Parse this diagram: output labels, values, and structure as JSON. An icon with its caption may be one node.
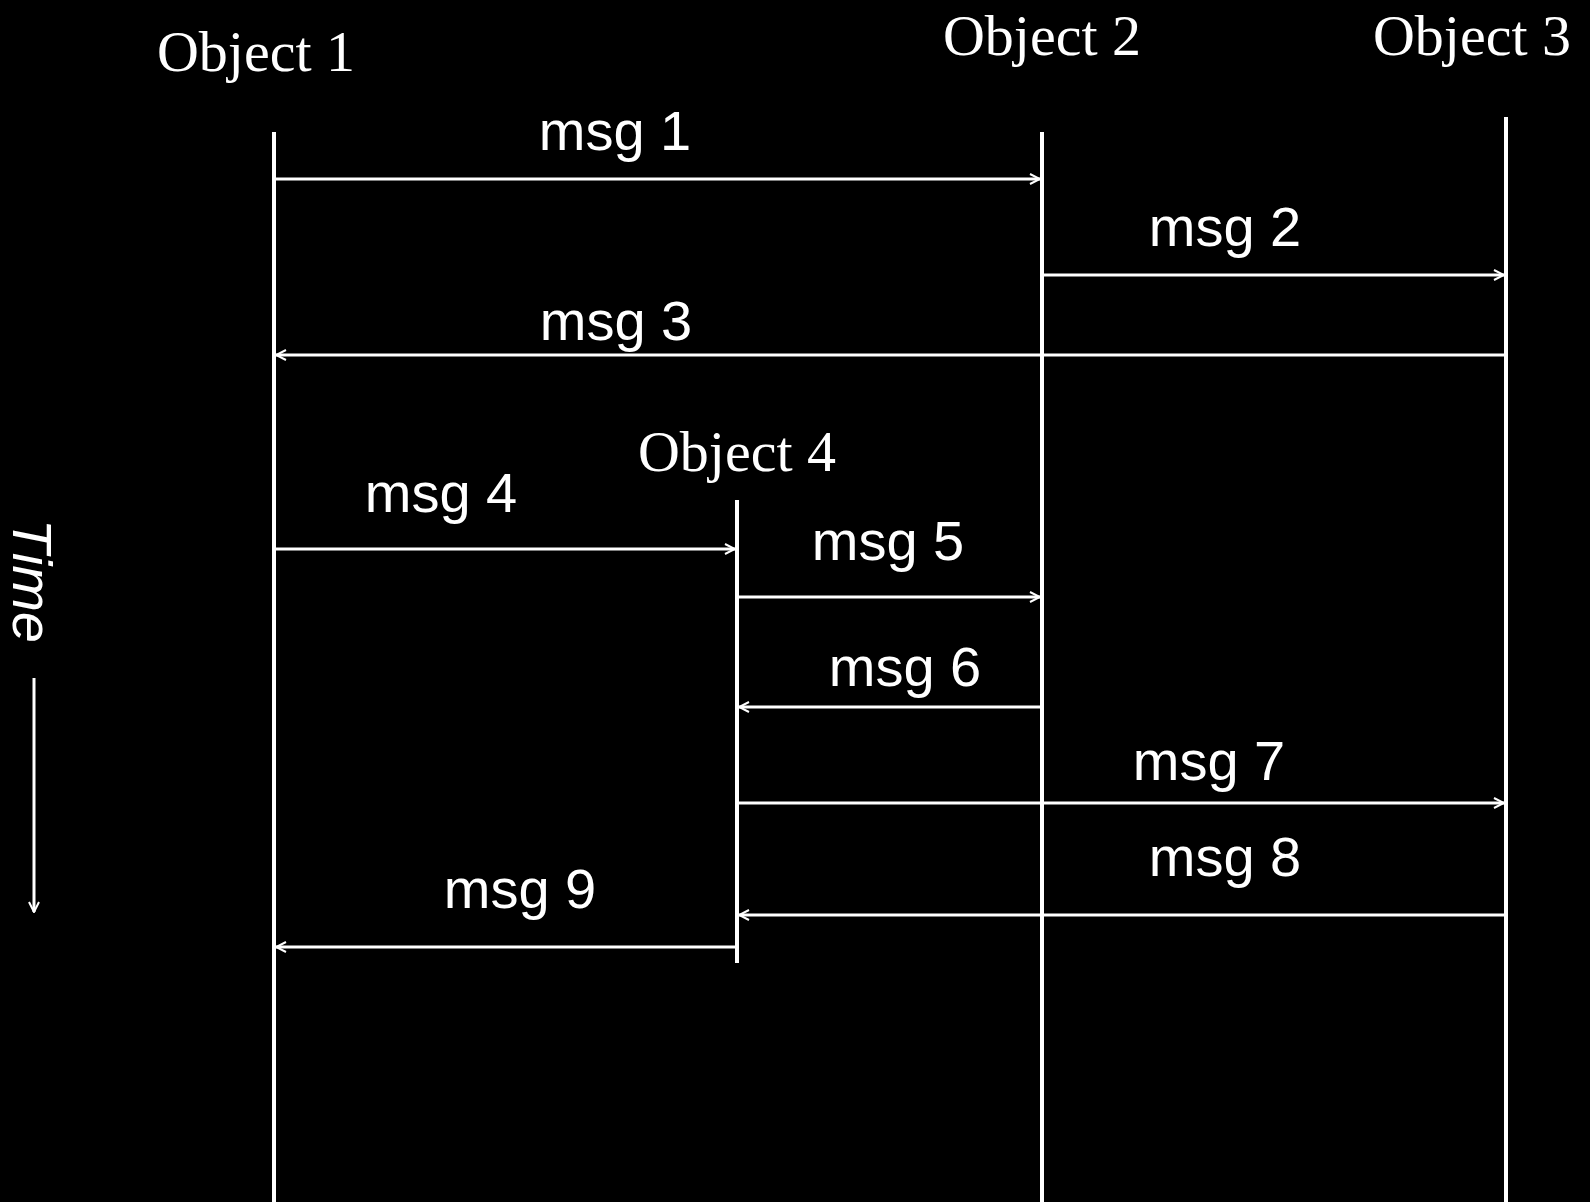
{
  "diagram": {
    "nodes": [
      {
        "text": [
          "Object 1"
        ]
      },
      {
        "text": [
          "Object 2"
        ]
      },
      {
        "text": [
          "Object 3"
        ]
      },
      {
        "text": [
          "Object 4"
        ]
      }
    ],
    "edges": [
      {
        "from": 0,
        "to": 1,
        "arrow": "to",
        "label": "msg 1"
      },
      {
        "from": 1,
        "to": 2,
        "arrow": "to",
        "label": "msg 2"
      },
      {
        "from": 2,
        "to": 0,
        "arrow": "to",
        "label": "msg 3"
      },
      {
        "from": 0,
        "to": 3,
        "arrow": "to",
        "label": "msg 4"
      },
      {
        "from": 3,
        "to": 1,
        "arrow": "to",
        "label": "msg 5"
      },
      {
        "from": 1,
        "to": 3,
        "arrow": "to",
        "label": "msg 6"
      },
      {
        "from": 3,
        "to": 2,
        "arrow": "to",
        "label": "msg 7"
      },
      {
        "from": 2,
        "to": 3,
        "arrow": "to",
        "label": "msg 8"
      },
      {
        "from": 3,
        "to": 0,
        "arrow": "to",
        "label": "msg 9"
      }
    ],
    "labels": [
      "Time"
    ]
  }
}
